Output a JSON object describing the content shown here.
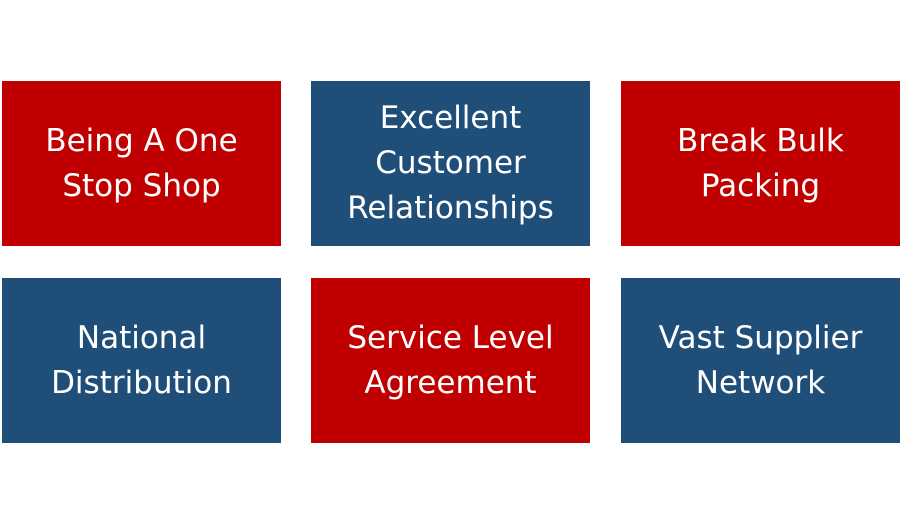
{
  "colors": {
    "red": "#C00000",
    "blue": "#1F4E79",
    "text": "#FFFFFF",
    "background": "#FFFFFF"
  },
  "tiles": [
    {
      "name": "tile-one-stop-shop",
      "lines": [
        "Being A One",
        "Stop Shop"
      ],
      "color": "red"
    },
    {
      "name": "tile-customer-relationships",
      "lines": [
        "Excellent",
        "Customer",
        "Relationships"
      ],
      "color": "blue"
    },
    {
      "name": "tile-break-bulk-packing",
      "lines": [
        "Break Bulk",
        "Packing"
      ],
      "color": "red"
    },
    {
      "name": "tile-national-distribution",
      "lines": [
        "National",
        "Distribution"
      ],
      "color": "blue"
    },
    {
      "name": "tile-service-level-agreement",
      "lines": [
        "Service Level",
        "Agreement"
      ],
      "color": "red"
    },
    {
      "name": "tile-supplier-network",
      "lines": [
        "Vast Supplier",
        "Network"
      ],
      "color": "blue"
    }
  ]
}
